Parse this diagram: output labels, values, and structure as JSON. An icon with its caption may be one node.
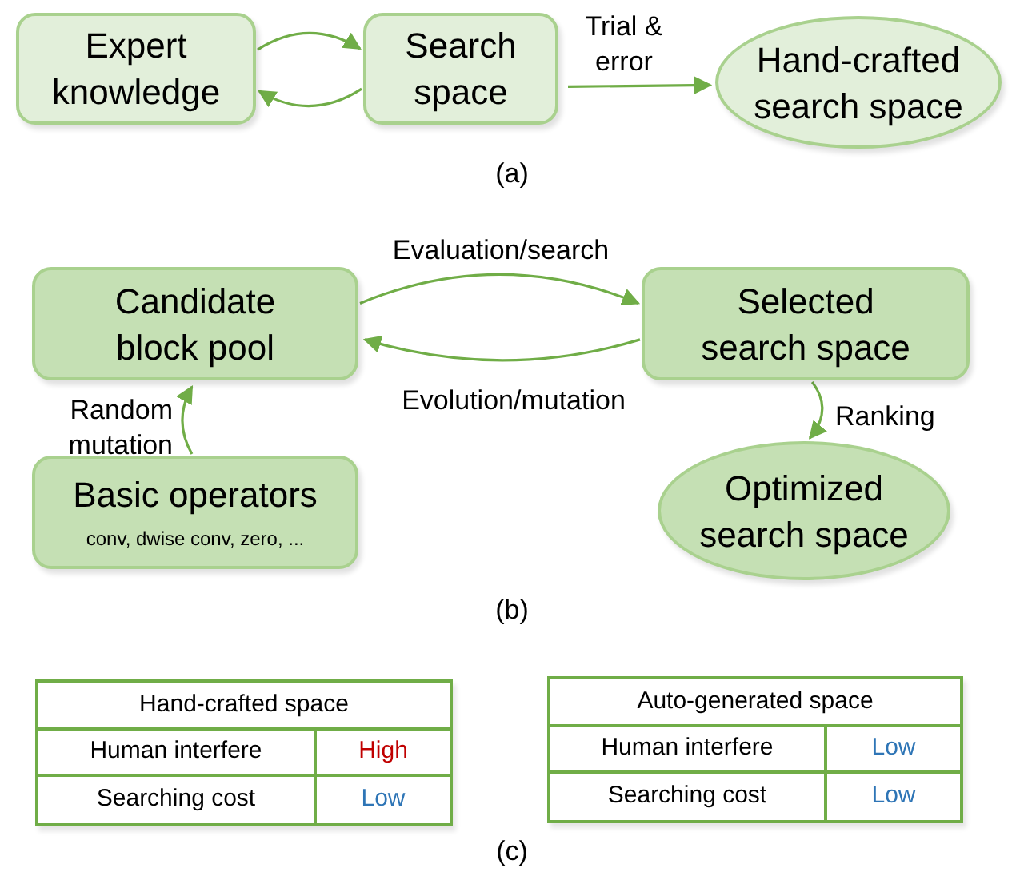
{
  "diagram": {
    "nodes": [
      {
        "text": [
          "Expert knowledge"
        ]
      },
      {
        "text": [
          "Search space"
        ]
      },
      {
        "text": [
          "Hand-crafted search space"
        ]
      },
      {
        "text": [
          "Candidate block pool"
        ]
      },
      {
        "text": [
          "Selected search space"
        ]
      },
      {
        "text": [
          "Basic operators",
          "conv, dwise conv, zero, ..."
        ]
      },
      {
        "text": [
          "Optimized search space"
        ]
      }
    ],
    "edges": [
      {
        "from": 0,
        "to": 1,
        "arrow": "to"
      },
      {
        "from": 1,
        "to": 0,
        "arrow": "to"
      },
      {
        "from": 1,
        "to": 2,
        "arrow": "to",
        "label": "Trial & error"
      },
      {
        "from": 3,
        "to": 4,
        "arrow": "to",
        "label": "Evaluation/search"
      },
      {
        "from": 4,
        "to": 3,
        "arrow": "to",
        "label": "Evolution/mutation"
      },
      {
        "from": 5,
        "to": 3,
        "arrow": "to",
        "label": "Random mutation"
      },
      {
        "from": 4,
        "to": 6,
        "arrow": "to",
        "label": "Ranking"
      }
    ],
    "labels": [
      "(a)",
      "(b)",
      "Hand-crafted space",
      "Human interfere",
      "High",
      "Searching cost",
      "Low",
      "Auto-generated space",
      "Human interfere",
      "Low",
      "Searching cost",
      "Low",
      "(c)"
    ]
  }
}
